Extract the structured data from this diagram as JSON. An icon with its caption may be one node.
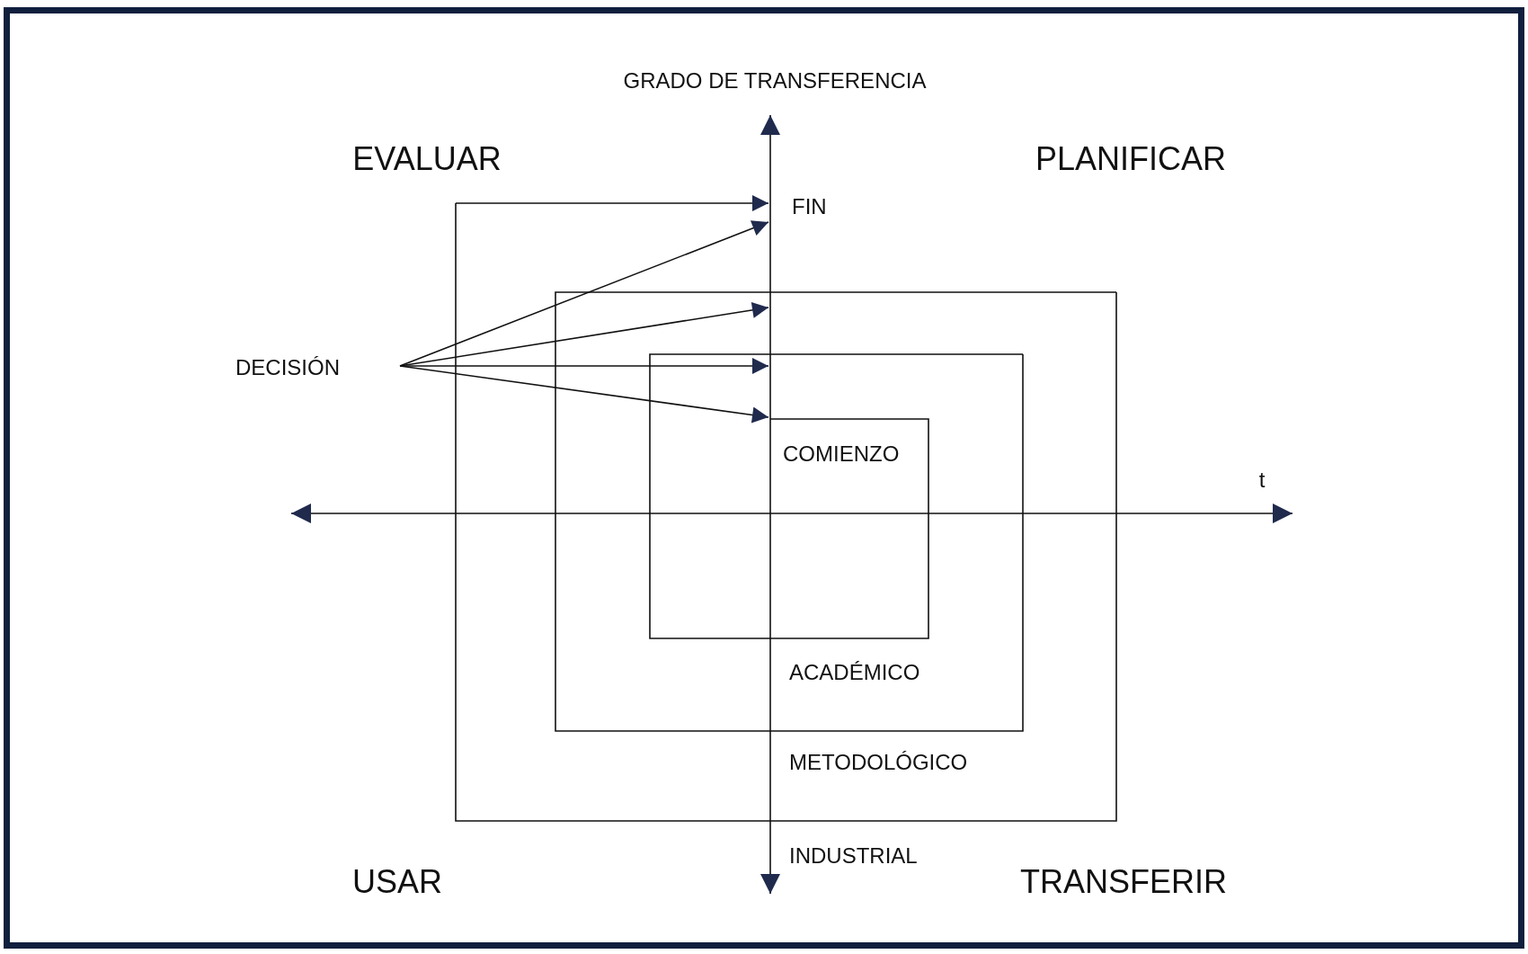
{
  "diagram": {
    "nodes": [
      {
        "text": [],
        "shape": "box",
        "beside": [
          "INDUSTRIAL"
        ]
      },
      {
        "text": [],
        "shape": "box",
        "beside": [
          "METODOLÓGICO"
        ],
        "in": 0
      },
      {
        "text": [],
        "shape": "box",
        "beside": [
          "ACADÉMICO"
        ],
        "in": 1
      },
      {
        "text": [
          "DECISIÓN"
        ]
      },
      {
        "text": [
          "FIN"
        ]
      },
      {
        "text": [
          "COMIENZO"
        ],
        "in": 2
      }
    ],
    "edges": [
      {
        "from": 0,
        "to": 4,
        "arrow": "to"
      },
      {
        "from": 3,
        "to": 4,
        "arrow": "to"
      },
      {
        "from": 3,
        "to": 1,
        "arrow": "to"
      },
      {
        "from": 3,
        "to": 2,
        "arrow": "to"
      },
      {
        "from": 3,
        "to": 5,
        "arrow": "to"
      }
    ],
    "labels": [
      "GRADO DE TRANSFERENCIA",
      "EVALUAR",
      "PLANIFICAR",
      "t",
      "USAR",
      "TRANSFERIR"
    ]
  }
}
